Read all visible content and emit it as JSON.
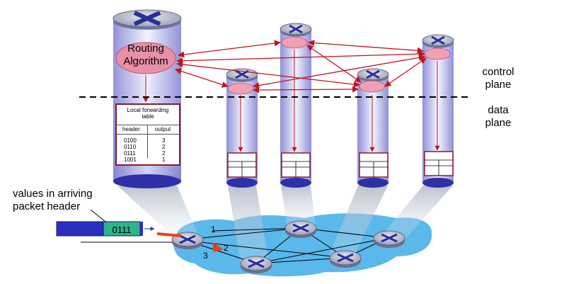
{
  "labels": {
    "control_plane": "control\nplane",
    "data_plane": "data\nplane",
    "routing_algorithm": "Routing\nAlgorithm",
    "values_label": "values in arriving\npacket header",
    "header_value": "0111"
  },
  "forwarding_table": {
    "title": "Local forwarding\ntable",
    "headers": [
      "header",
      "output"
    ],
    "rows": [
      [
        "0100",
        "3"
      ],
      [
        "0110",
        "2"
      ],
      [
        "0111",
        "2"
      ],
      [
        "1001",
        "1"
      ]
    ]
  },
  "link_numbers": [
    "1",
    "2",
    "3"
  ],
  "colors": {
    "arrow": "#c0141c",
    "cylinder_body": "#c8c8f0",
    "cylinder_base": "#2f2fa8",
    "router_top": "#b8bdd0",
    "router_mark": "#2a2f9a",
    "network_cloud": "#5ab8ea",
    "packet_blue": "#2a2fbf",
    "packet_green": "#2db48a",
    "forward_arrow": "#e8401a"
  }
}
